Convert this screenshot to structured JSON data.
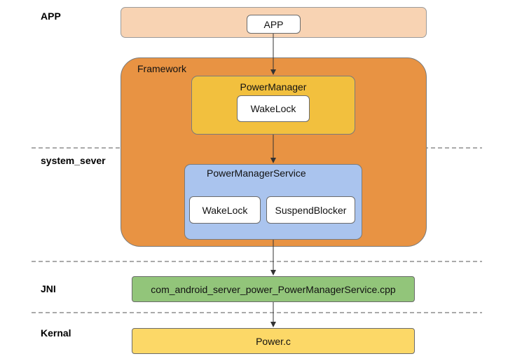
{
  "layers": {
    "app": "APP",
    "system_server": "system_sever",
    "jni": "JNI",
    "kernel": "Kernal"
  },
  "app_box": {
    "label": "APP"
  },
  "framework": {
    "title": "Framework",
    "power_manager": {
      "title": "PowerManager",
      "wakelock": "WakeLock"
    },
    "power_manager_service": {
      "title": "PowerManagerService",
      "wakelock": "WakeLock",
      "suspend_blocker": "SuspendBlocker"
    }
  },
  "jni_box": {
    "label": "com_android_server_power_PowerManagerService.cpp"
  },
  "kernel_box": {
    "label": "Power.c"
  },
  "colors": {
    "app_band": "#f8d3b3",
    "framework": "#e89343",
    "power_manager": "#f2c03e",
    "power_manager_service": "#aac4ee",
    "jni": "#92c57a",
    "kernel": "#fcd867",
    "separator": "#555555",
    "arrow": "#333333"
  }
}
